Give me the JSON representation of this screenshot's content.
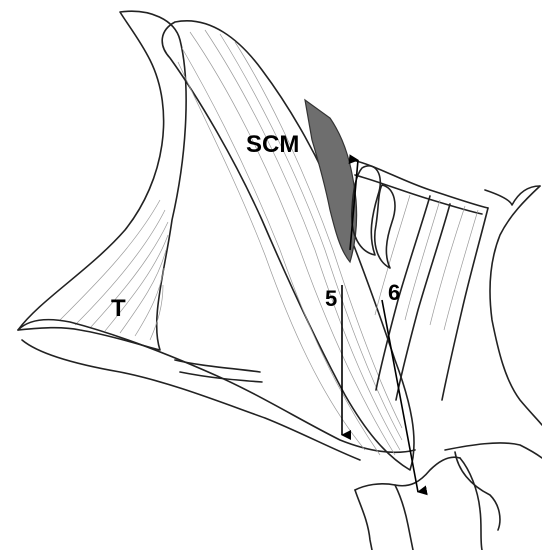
{
  "labels": {
    "trapezius": "T",
    "sternocleidomastoid": "SCM",
    "marker_5": "5",
    "marker_6": "6"
  },
  "colors": {
    "shaded_region": "#6e6e6e",
    "outline": "#222222",
    "fiber": "#9a9a9a"
  }
}
